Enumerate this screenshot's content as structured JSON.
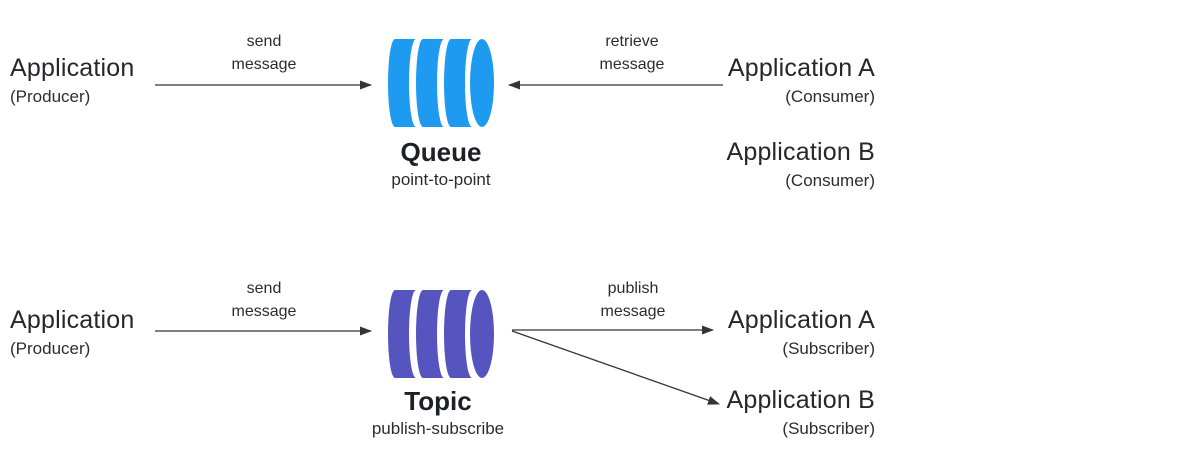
{
  "palette": {
    "queue_color": "#1E9BF0",
    "topic_color": "#5654BE",
    "arrow_color": "#33333A",
    "text_color": "#26262D"
  },
  "queue_section": {
    "producer": {
      "title": "Application",
      "subtitle": "(Producer)"
    },
    "send_label": {
      "line1": "send",
      "line2": "message"
    },
    "node": {
      "title": "Queue",
      "subtitle": "point-to-point",
      "icon": "queue-cylinder-icon"
    },
    "retrieve_label": {
      "line1": "retrieve",
      "line2": "message"
    },
    "consumer_a": {
      "title": "Application A",
      "subtitle": "(Consumer)"
    },
    "consumer_b": {
      "title": "Application B",
      "subtitle": "(Consumer)"
    }
  },
  "topic_section": {
    "producer": {
      "title": "Application",
      "subtitle": "(Producer)"
    },
    "send_label": {
      "line1": "send",
      "line2": "message"
    },
    "node": {
      "title": "Topic",
      "subtitle": "publish-subscribe",
      "icon": "topic-cylinder-icon"
    },
    "publish_label": {
      "line1": "publish",
      "line2": "message"
    },
    "subscriber_a": {
      "title": "Application A",
      "subtitle": "(Subscriber)"
    },
    "subscriber_b": {
      "title": "Application B",
      "subtitle": "(Subscriber)"
    }
  }
}
